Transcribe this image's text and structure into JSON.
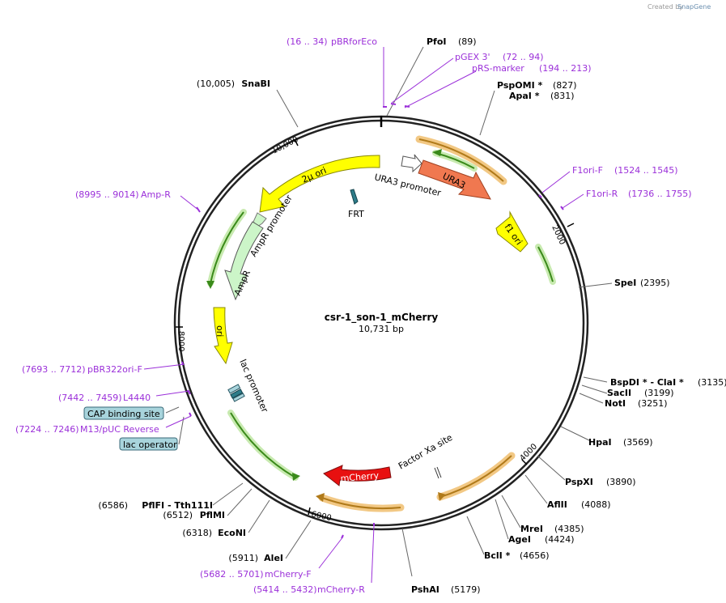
{
  "credit": "Created by",
  "brand": "SnapGene",
  "title": "csr-1_son-1_mCherry",
  "length": "10,731 bp",
  "ticks": [
    "10,000",
    "2000",
    "4000",
    "6000",
    "8000"
  ],
  "enzymes": [
    {
      "name": "PfoI",
      "pos": "(89)"
    },
    {
      "name": "PspOMI *",
      "pos": "(827)"
    },
    {
      "name": "ApaI *",
      "pos": "(831)"
    },
    {
      "name": "SpeI",
      "pos": "(2395)"
    },
    {
      "name": "BspDI * - ClaI *",
      "pos": "(3135)"
    },
    {
      "name": "SacII",
      "pos": "(3199)"
    },
    {
      "name": "NotI",
      "pos": "(3251)"
    },
    {
      "name": "HpaI",
      "pos": "(3569)"
    },
    {
      "name": "PspXI",
      "pos": "(3890)"
    },
    {
      "name": "AflII",
      "pos": "(4088)"
    },
    {
      "name": "MreI",
      "pos": "(4385)"
    },
    {
      "name": "AgeI",
      "pos": "(4424)"
    },
    {
      "name": "BclI *",
      "pos": "(4656)"
    },
    {
      "name": "PshAI",
      "pos": "(5179)"
    },
    {
      "name": "AleI",
      "pos": "(5911)"
    },
    {
      "name": "EcoNI",
      "pos": "(6318)"
    },
    {
      "name": "PflMI",
      "pos": "(6512)"
    },
    {
      "name": "PflFI - Tth111I",
      "pos": "(6586)"
    },
    {
      "name": "SnaBI",
      "pos": "(10,005)"
    }
  ],
  "primers": [
    {
      "range": "(16 .. 34)",
      "name": "pBRforEco"
    },
    {
      "range": "(72 .. 94)",
      "name": "pGEX 3'"
    },
    {
      "range": "(194 .. 213)",
      "name": "pRS-marker"
    },
    {
      "range": "(1524 .. 1545)",
      "name": "F1ori-F"
    },
    {
      "range": "(1736 .. 1755)",
      "name": "F1ori-R"
    },
    {
      "range": "(5682 .. 5701)",
      "name": "mCherry-F"
    },
    {
      "range": "(5414 .. 5432)",
      "name": "mCherry-R"
    },
    {
      "range": "(7693 .. 7712)",
      "name": "pBR322ori-F"
    },
    {
      "range": "(7442 .. 7459)",
      "name": "L4440"
    },
    {
      "range": "(7224 .. 7246)",
      "name": "M13/pUC Reverse"
    },
    {
      "range": "(8995 .. 9014)",
      "name": "Amp-R"
    }
  ],
  "features": {
    "ura3": "URA3",
    "ura3_promoter": "URA3 promoter",
    "f1_ori": "f1 ori",
    "two_micron": "2μ ori",
    "ampr_promoter": "AmpR promoter",
    "ampr": "AmpR",
    "ori": "ori",
    "lac_promoter": "lac promoter",
    "frt": "FRT",
    "factor_xa": "Factor Xa site",
    "mcherry": "mCherry"
  },
  "boxes": {
    "cap": "CAP binding site",
    "lac_operator": "lac operator"
  },
  "colors": {
    "primer": "#9b30d9",
    "ura3": "#f07850",
    "two_micron": "#ffff00",
    "f1_ori": "#ffff00",
    "ori": "#ffff00",
    "ampr": "#ccf5c8",
    "mcherry": "#e81010",
    "orf_green": "#3a8a1a",
    "orf_orange": "#c88a1a",
    "box_fill": "#a8d4dc"
  }
}
